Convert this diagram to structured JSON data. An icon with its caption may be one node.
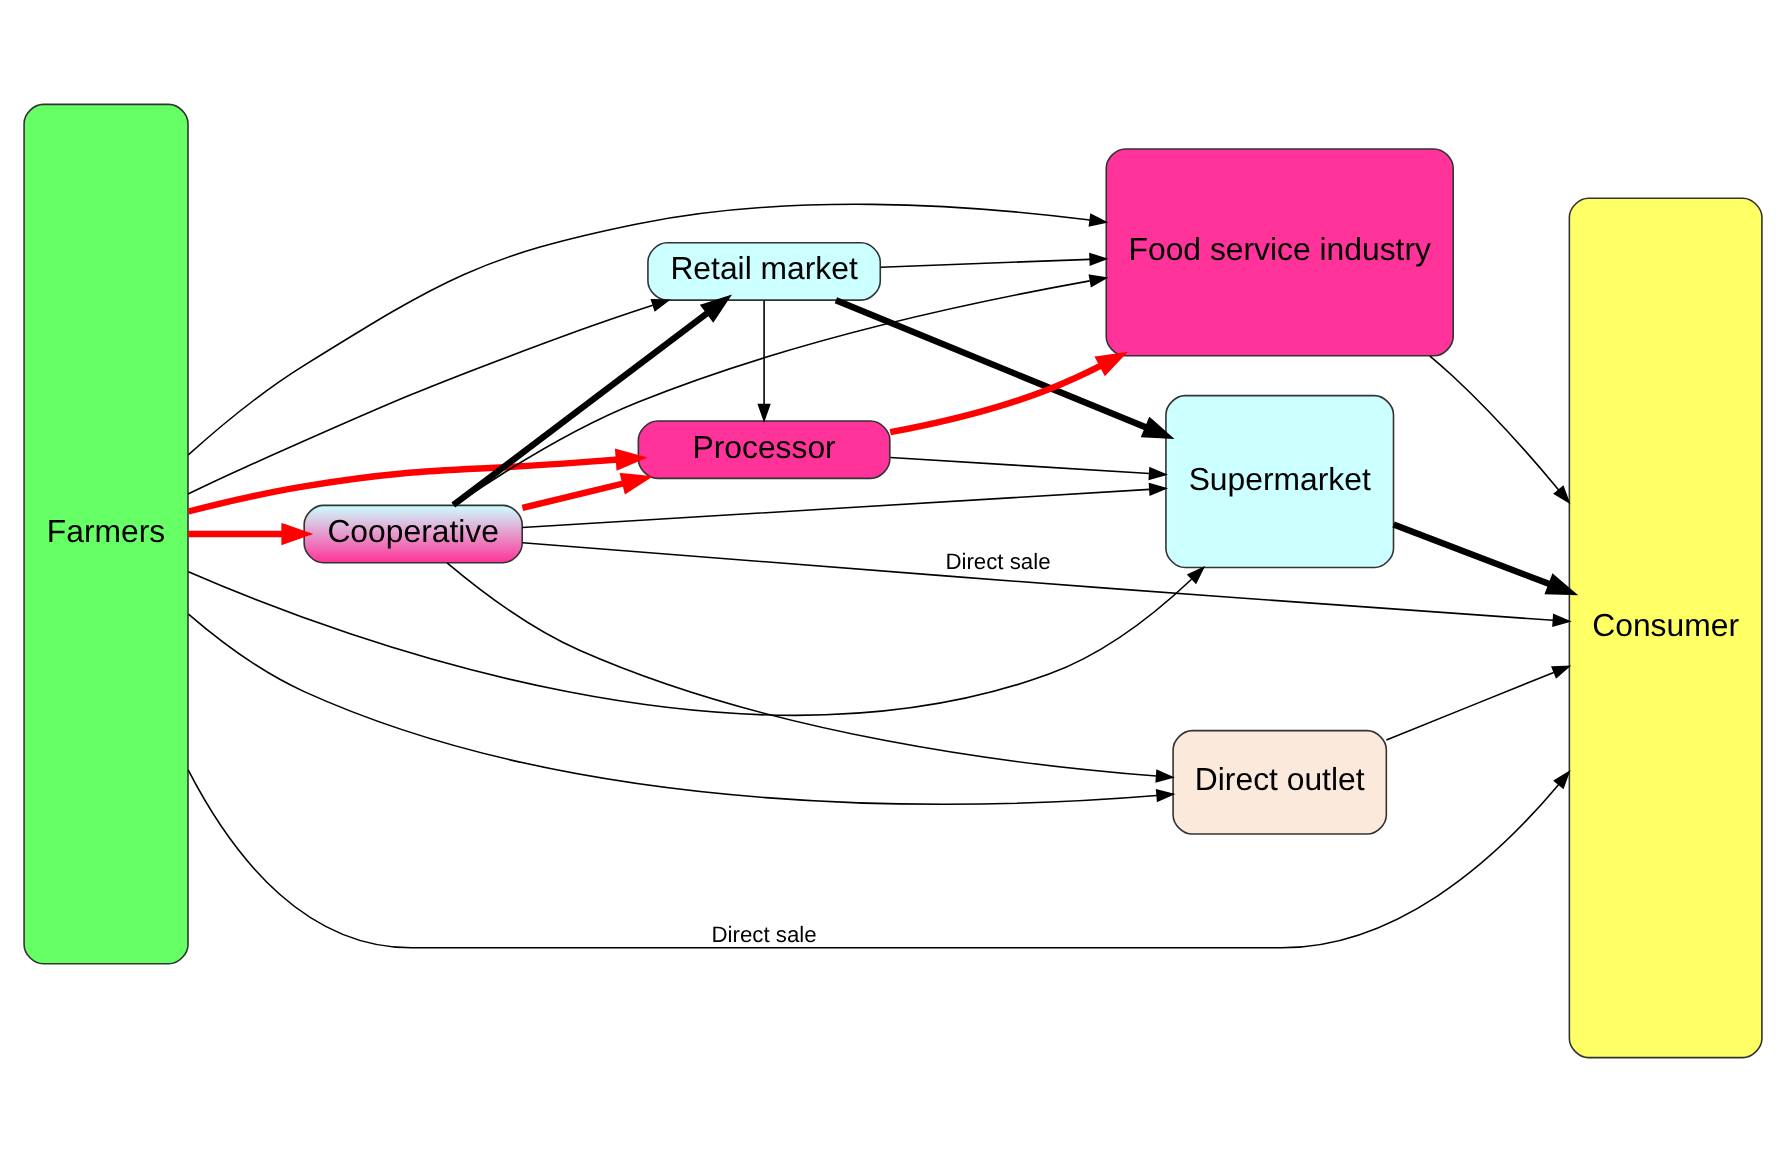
{
  "diagram": {
    "nodes": [
      {
        "text": [
          "Farmers"
        ]
      },
      {
        "text": [
          "Cooperative"
        ]
      },
      {
        "text": [
          "Retail market"
        ]
      },
      {
        "text": [
          "Supermarket"
        ]
      },
      {
        "text": [
          "Processor"
        ]
      },
      {
        "text": [
          "Food service industry"
        ]
      },
      {
        "text": [
          "Direct outlet"
        ]
      },
      {
        "text": [
          "Consumer"
        ]
      }
    ],
    "edges": [
      {
        "from": 0,
        "to": 3,
        "arrow": "to"
      },
      {
        "from": 0,
        "to": 2,
        "arrow": "to"
      },
      {
        "from": 0,
        "to": 1,
        "arrow": "to",
        "style": "thick",
        "color": "#ff0000"
      },
      {
        "from": 0,
        "to": 4,
        "arrow": "to",
        "style": "thick",
        "color": "#ff0000"
      },
      {
        "from": 0,
        "to": 5,
        "arrow": "to"
      },
      {
        "from": 0,
        "to": 6,
        "arrow": "to"
      },
      {
        "from": 0,
        "to": 7,
        "arrow": "to",
        "label": "Direct sale"
      },
      {
        "from": 1,
        "to": 2,
        "arrow": "to",
        "style": "thick"
      },
      {
        "from": 1,
        "to": 3,
        "arrow": "to"
      },
      {
        "from": 1,
        "to": 7,
        "arrow": "to",
        "label": "Direct sale"
      },
      {
        "from": 1,
        "to": 4,
        "arrow": "to",
        "style": "thick",
        "color": "#ff0000"
      },
      {
        "from": 1,
        "to": 5,
        "arrow": "to"
      },
      {
        "from": 1,
        "to": 6,
        "arrow": "to"
      },
      {
        "from": 2,
        "to": 3,
        "arrow": "to",
        "style": "thick"
      },
      {
        "from": 2,
        "to": 4,
        "arrow": "to"
      },
      {
        "from": 2,
        "to": 5,
        "arrow": "to"
      },
      {
        "from": 4,
        "to": 3,
        "arrow": "to"
      },
      {
        "from": 4,
        "to": 5,
        "arrow": "to",
        "style": "thick",
        "color": "#ff0000"
      },
      {
        "from": 3,
        "to": 7,
        "arrow": "to",
        "style": "thick"
      },
      {
        "from": 5,
        "to": 7,
        "arrow": "to"
      },
      {
        "from": 6,
        "to": 7,
        "arrow": "to"
      }
    ]
  }
}
